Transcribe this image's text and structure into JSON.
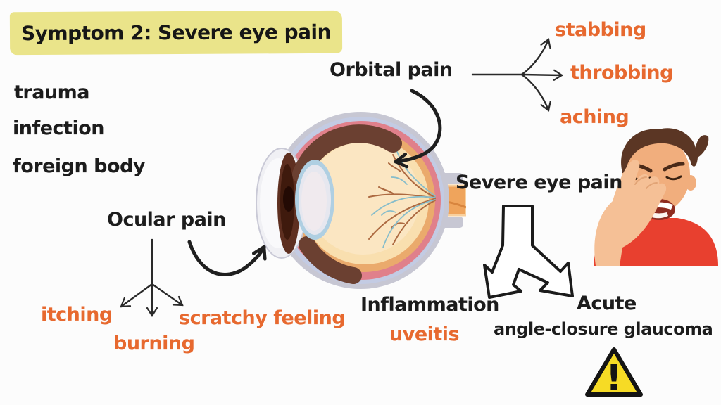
{
  "title": "Symptom 2: Severe eye pain",
  "ocular_causes": [
    "trauma",
    "infection",
    "foreign body"
  ],
  "orbital": {
    "label": "Orbital pain",
    "qualities": [
      "stabbing",
      "throbbing",
      "aching"
    ]
  },
  "ocular": {
    "label": "Ocular pain",
    "qualities": [
      "itching",
      "burning",
      "scratchy feeling"
    ]
  },
  "severe": {
    "label": "Severe eye pain",
    "inflammation": {
      "label": "Inflammation",
      "example": "uveitis"
    },
    "glaucoma": {
      "line1": "Acute",
      "line2": "angle-closure glaucoma"
    }
  },
  "warning": {
    "glyph": "!"
  },
  "colors": {
    "ink": "#1C1C1C",
    "accent_orange": "#E7692F",
    "highlight_yellow": "#EAE48A",
    "warning_yellow": "#F6DB25"
  }
}
